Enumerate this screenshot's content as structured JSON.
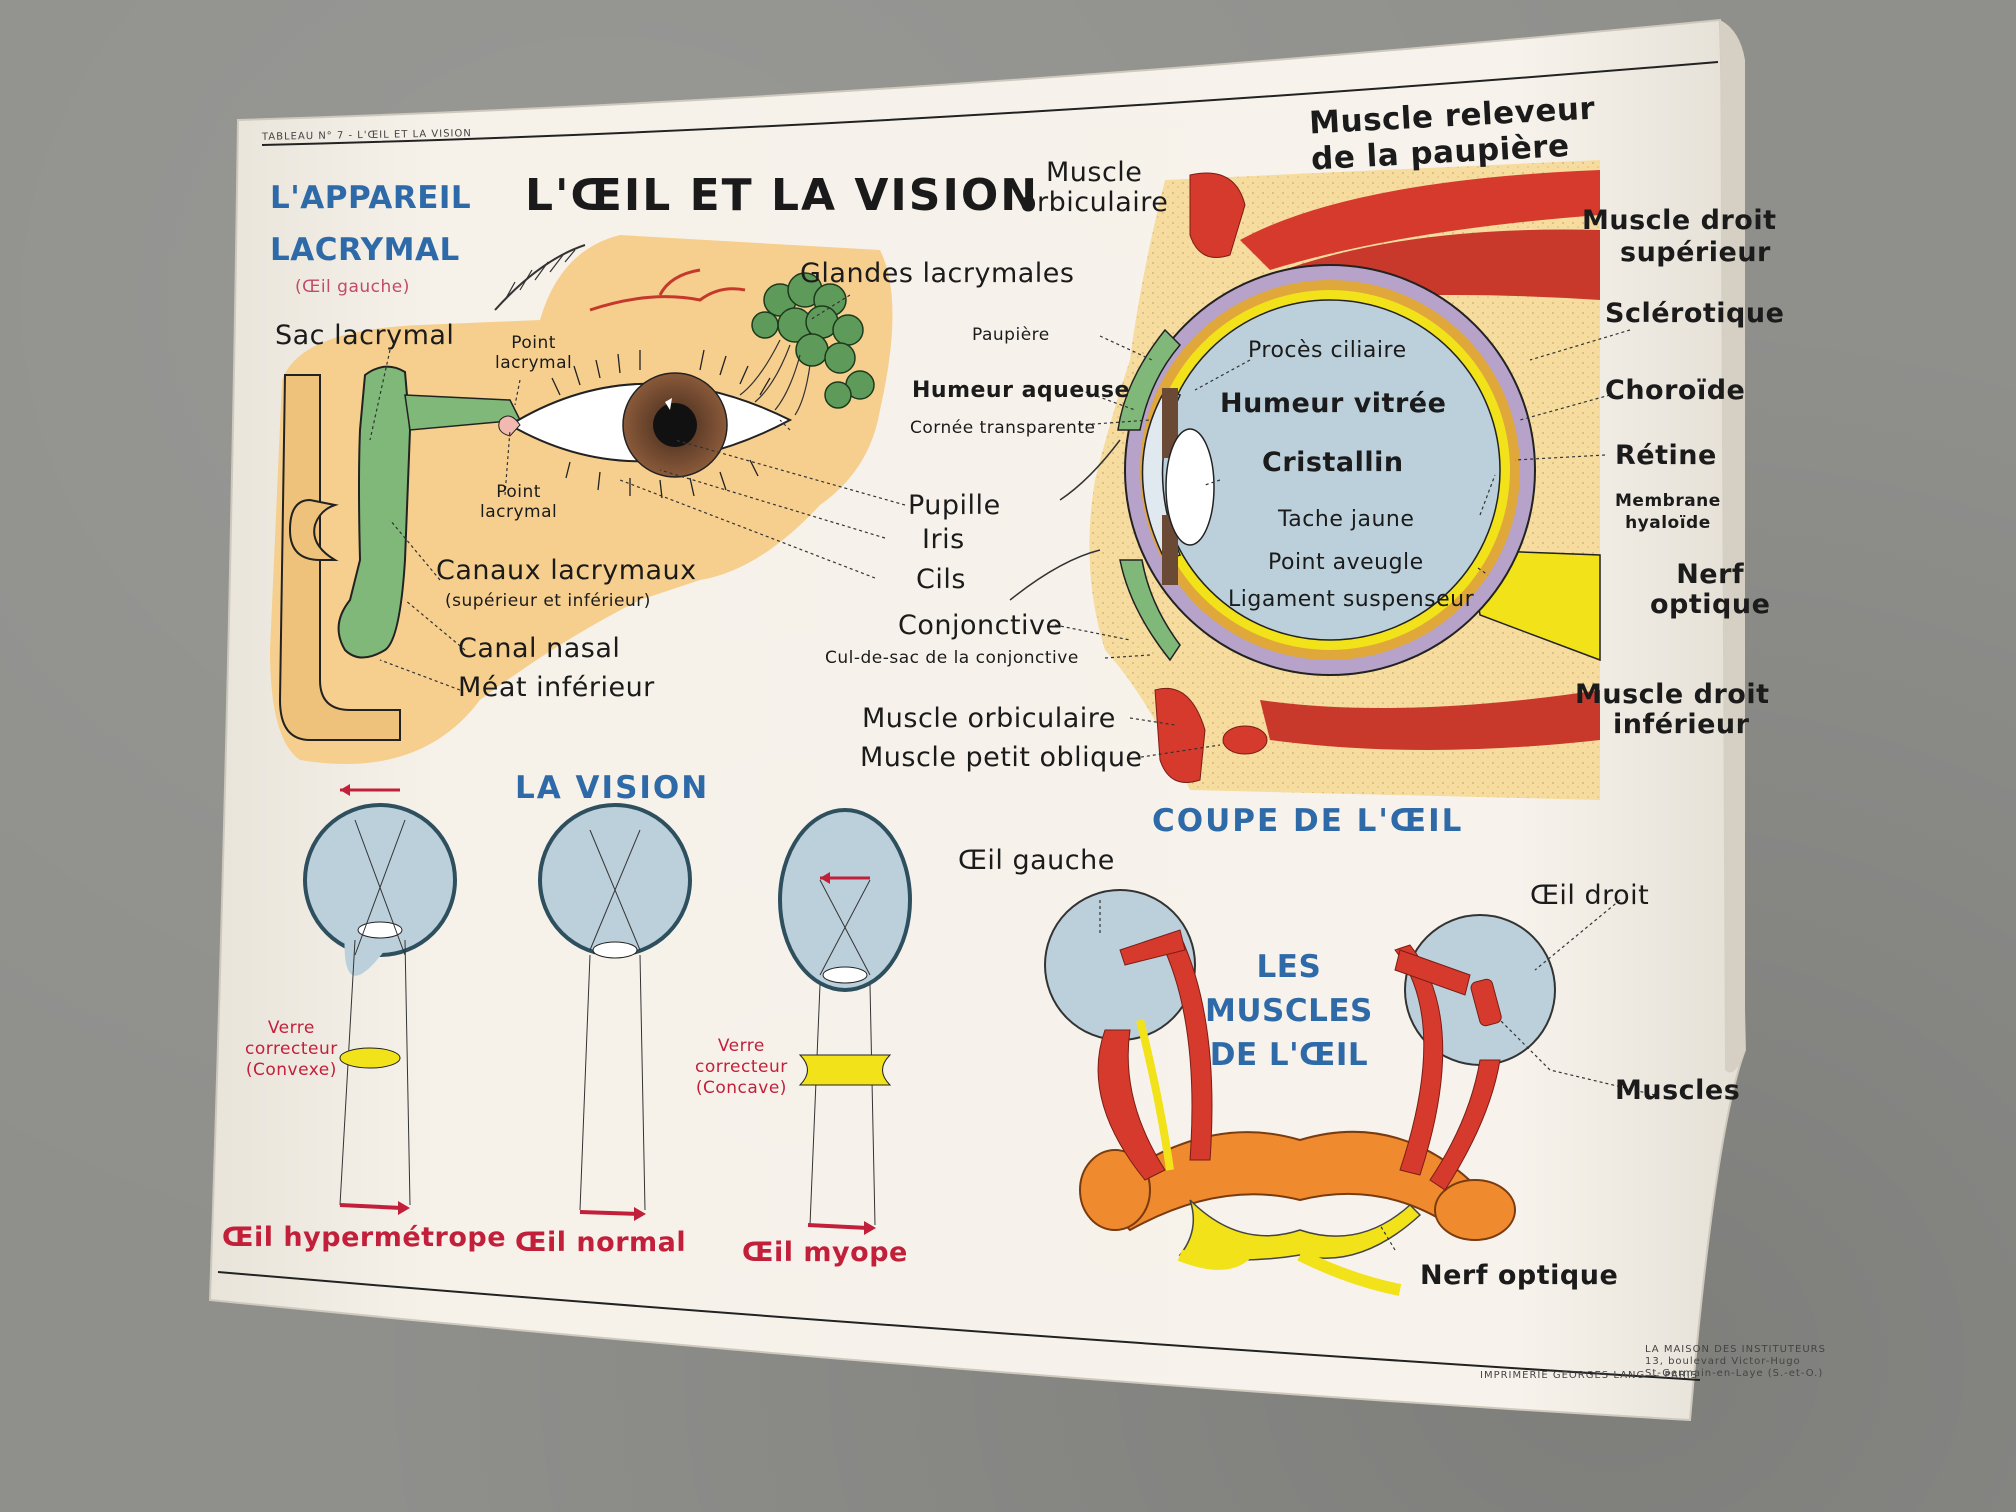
{
  "poster": {
    "header_small": "TABLEAU N° 7 - L'ŒIL ET LA VISION",
    "title": "L'ŒIL ET LA VISION",
    "printer": "IMPRIMERIE GEORGES LANG — PARIS",
    "publisher": [
      "LA MAISON DES INSTITUTEURS",
      "13, boulevard Victor-Hugo",
      "St-Germain-en-Laye (S.-et-O.)"
    ]
  },
  "lacrymal": {
    "title": [
      "L'APPAREIL",
      "LACRYMAL"
    ],
    "subtitle": "(Œil gauche)",
    "labels": {
      "sac": "Sac lacrymal",
      "point_top": [
        "Point",
        "lacrymal"
      ],
      "point_bottom": [
        "Point",
        "lacrymal"
      ],
      "glandes": "Glandes lacrymales",
      "canaux": "Canaux lacrymaux",
      "canaux_sub": "(supérieur et inférieur)",
      "canal_nasal": "Canal nasal",
      "meat": "Méat inférieur",
      "cornee": "Cornée transparente",
      "pupille": "Pupille",
      "iris": "Iris",
      "cils": "Cils"
    }
  },
  "coupe": {
    "title": "COUPE DE L'ŒIL",
    "labels": {
      "muscle_orbiculaire_top": [
        "Muscle",
        "orbiculaire"
      ],
      "releveur": [
        "Muscle releveur",
        "de la paupière"
      ],
      "droit_sup": [
        "Muscle droit",
        "supérieur"
      ],
      "sclerotique": "Sclérotique",
      "choroide": "Choroïde",
      "retine": "Rétine",
      "membrane": [
        "Membrane",
        "hyaloïde"
      ],
      "nerf": [
        "Nerf",
        "optique"
      ],
      "droit_inf": [
        "Muscle droit",
        "inférieur"
      ],
      "paupiere": "Paupière",
      "humeur_aqueuse": "Humeur aqueuse",
      "proces": "Procès ciliaire",
      "humeur_vitree": "Humeur vitrée",
      "cristallin": "Cristallin",
      "tache": "Tache jaune",
      "point_aveugle": "Point aveugle",
      "ligament": "Ligament suspenseur",
      "conjonctive": "Conjonctive",
      "cul_de_sac": "Cul-de-sac de la conjonctive",
      "muscle_orbiculaire": "Muscle orbiculaire",
      "petit_oblique": "Muscle petit oblique"
    }
  },
  "vision": {
    "title": "LA VISION",
    "eyes": [
      {
        "name": "Œil hypermétrope",
        "lens": [
          "Verre",
          "correcteur",
          "(Convexe)"
        ]
      },
      {
        "name": "Œil normal"
      },
      {
        "name": "Œil myope",
        "lens": [
          "Verre",
          "correcteur",
          "(Concave)"
        ]
      }
    ]
  },
  "muscles": {
    "title": [
      "LES",
      "MUSCLES",
      "DE L'ŒIL"
    ],
    "labels": {
      "gauche": "Œil gauche",
      "droit": "Œil droit",
      "muscles": "Muscles",
      "nerf": "Nerf optique"
    }
  },
  "colors": {
    "paper": "#f4efe6",
    "skin": "#f6cf8e",
    "blue_title": "#2f6aa8",
    "red_caption": "#c21f3a",
    "muscle_red": "#d63a2c",
    "nerve_yellow": "#f2e21a",
    "eyeball": "#bcd0dc",
    "duct_green": "#7fb879"
  }
}
